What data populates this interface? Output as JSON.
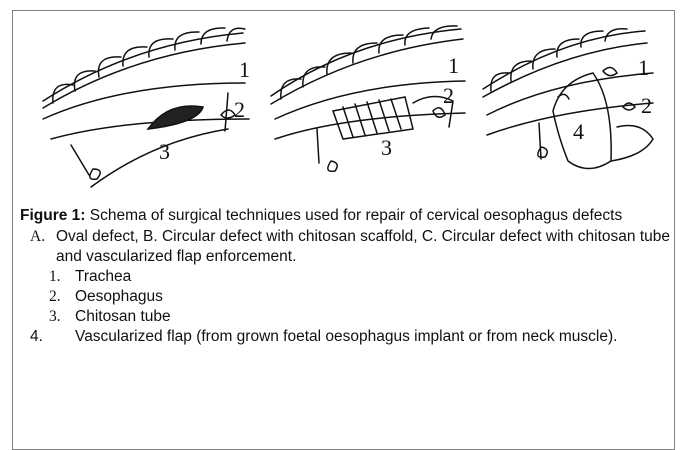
{
  "labels": {
    "a": [
      "1",
      "2",
      "3"
    ],
    "b": [
      "1",
      "2",
      "3"
    ],
    "c": [
      "1",
      "2",
      "4"
    ]
  },
  "caption": {
    "figure_label": "Figure 1:",
    "figure_text": " Schema of surgical techniques used for repair of cervical oesophagus defects",
    "item_a_marker": "A.",
    "item_a_text": "Oval defect, B. Circular defect with chitosan scaffold, C. Circular defect with chitosan tube and vascularized flap enforcement.",
    "items": [
      {
        "marker": "1.",
        "text": "Trachea"
      },
      {
        "marker": "2.",
        "text": "Oesophagus"
      },
      {
        "marker": "3.",
        "text": "Chitosan tube"
      },
      {
        "marker": "4.",
        "text": "Vascularized flap (from grown foetal oesophagus implant or from neck muscle)."
      }
    ]
  }
}
